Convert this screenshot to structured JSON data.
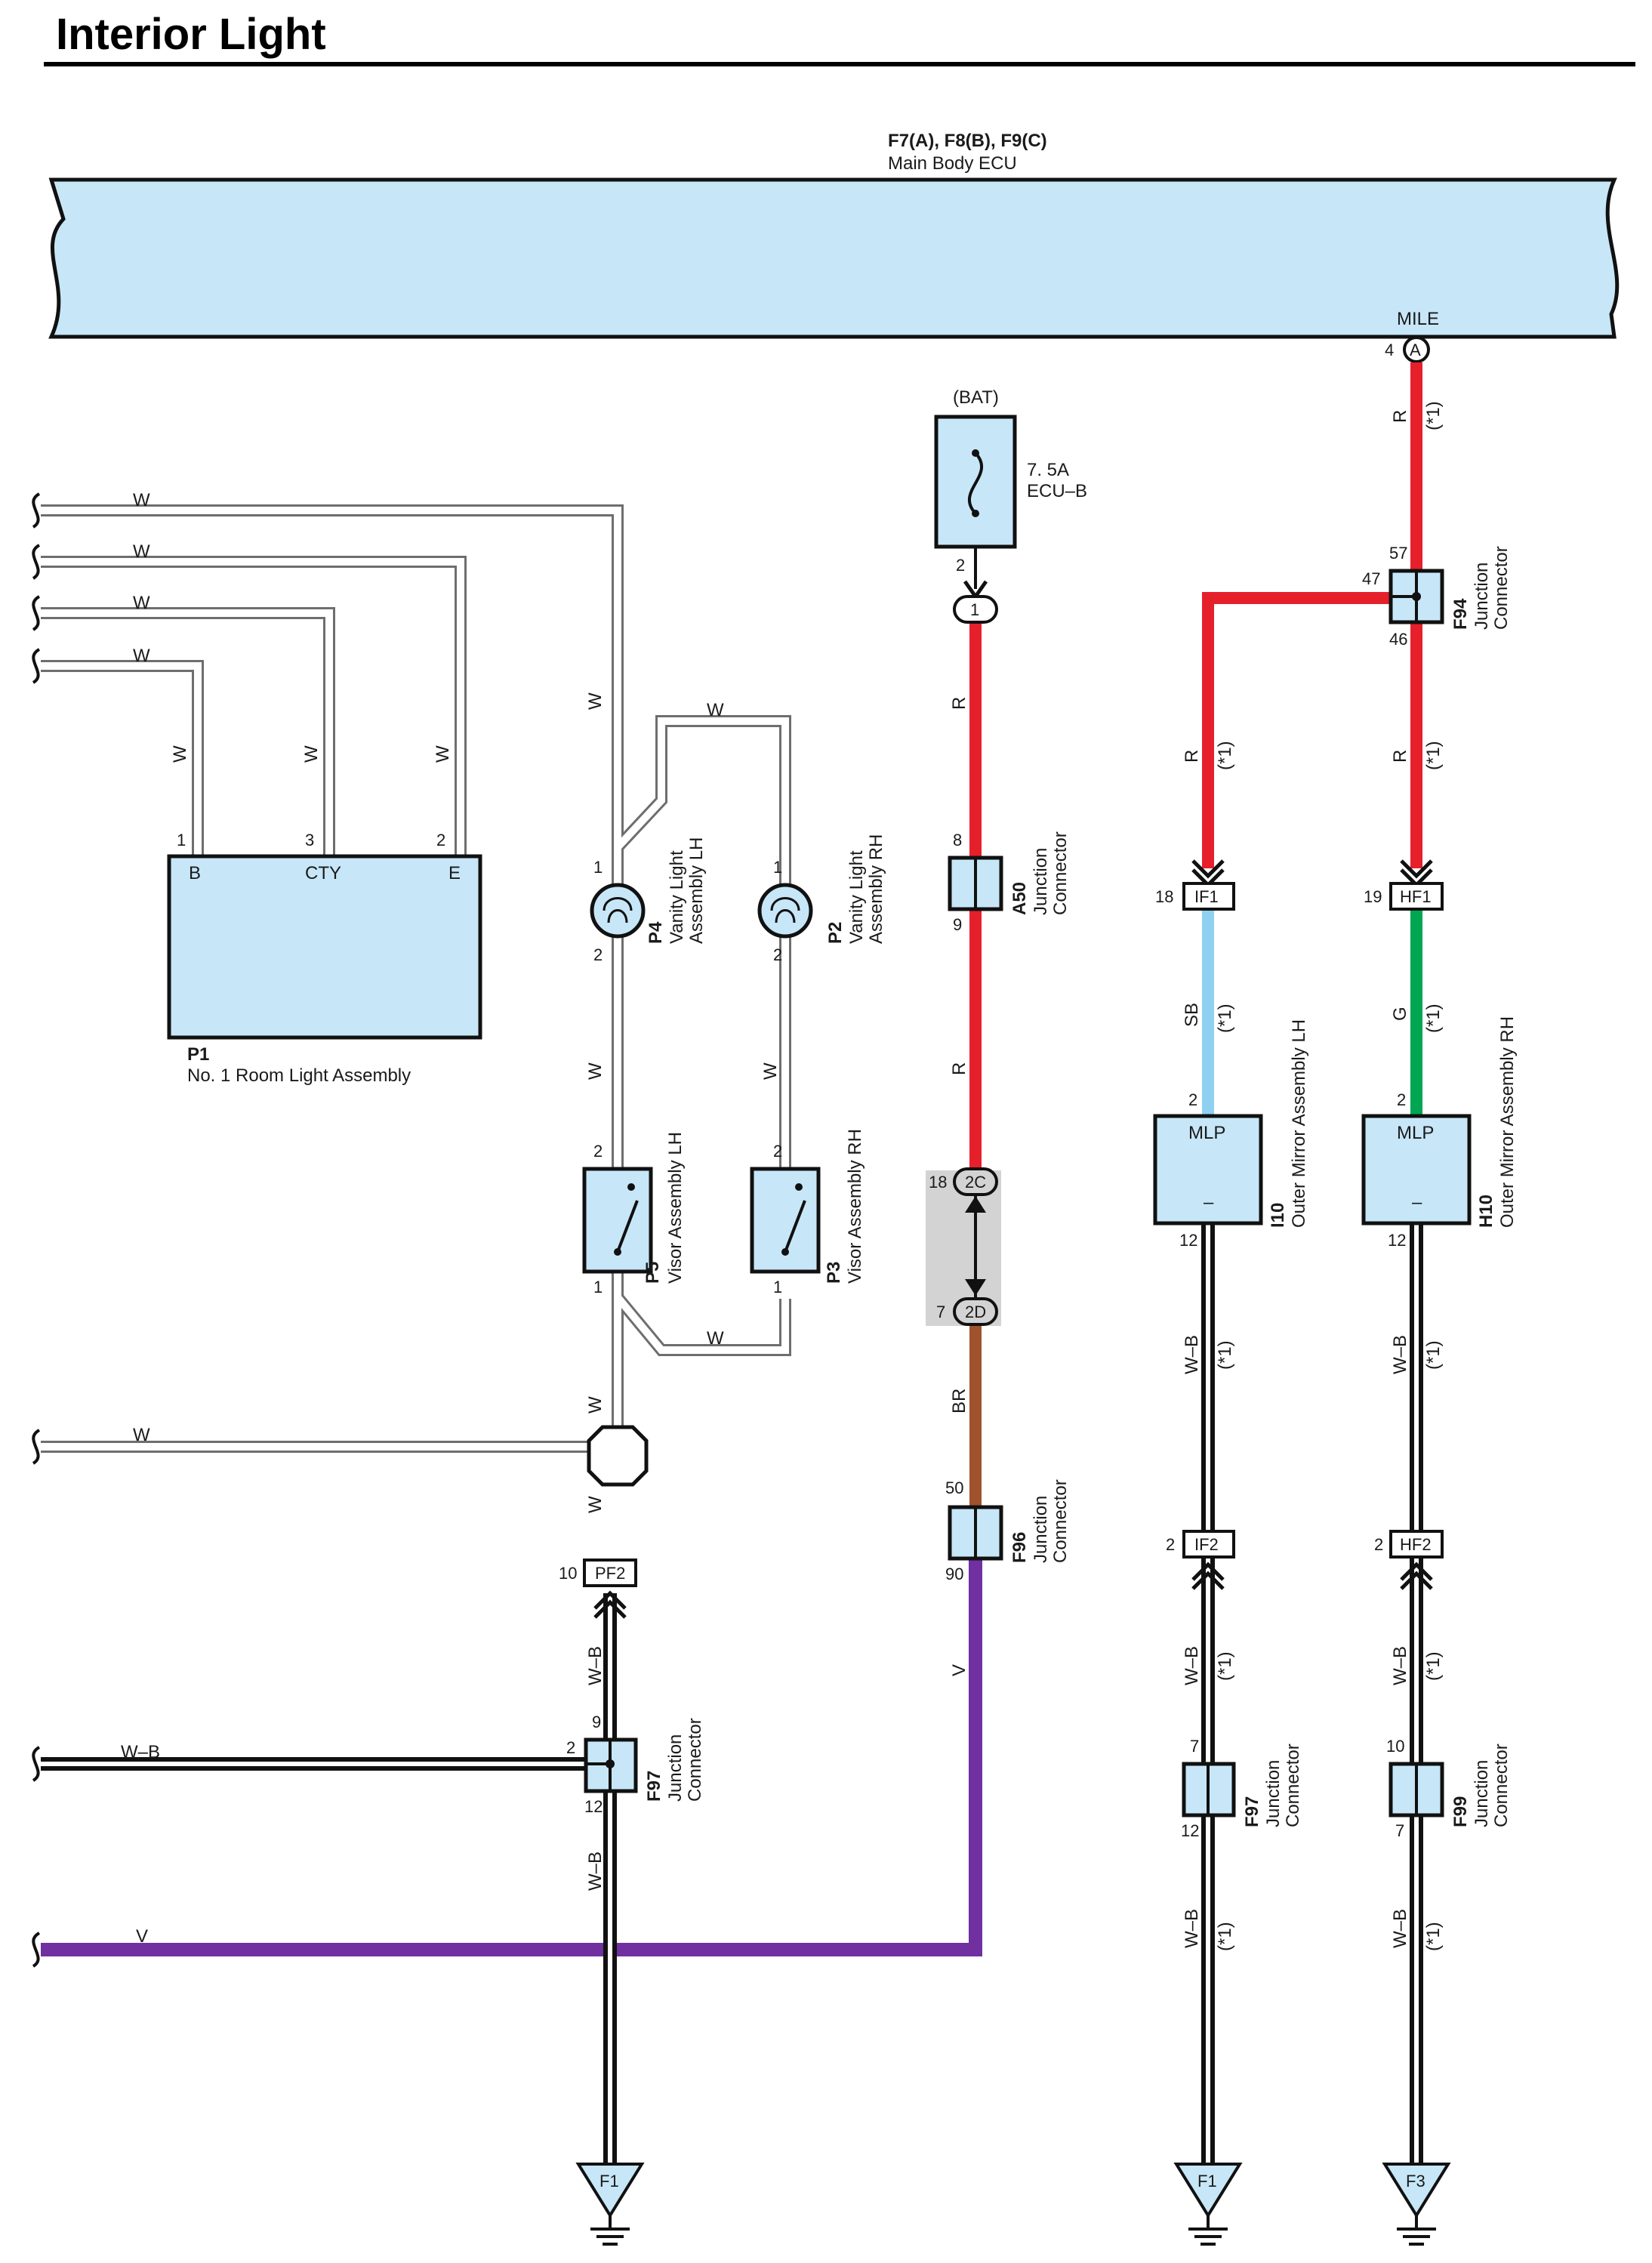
{
  "title": "Interior Light",
  "colors": {
    "ecu_fill": "#c7e7f8",
    "wire_R": "#e6202b",
    "wire_BR": "#a0522d",
    "wire_V": "#7030a0",
    "wire_SB": "#8fd0f0",
    "wire_G": "#00a651",
    "wire_W": "#ffffff",
    "wire_WB": "#ffffff",
    "connector_group_bg": "#d3d3d3"
  },
  "ecu": {
    "codes": "F7(A), F8(B), F9(C)",
    "name": "Main Body ECU",
    "terminal": "MILE",
    "terminal_pin": "4",
    "terminal_conn": "A"
  },
  "fuse": {
    "source": "(BAT)",
    "rating": "7. 5A",
    "name": "ECU–B",
    "pin": "2",
    "conn_in": "1"
  },
  "components": {
    "P1": {
      "code": "P1",
      "name": "No.  1 Room Light Assembly",
      "t1": "B",
      "t2": "CTY",
      "t3": "E",
      "p1": "1",
      "p2": "3",
      "p3": "2"
    },
    "P4": {
      "code": "P4",
      "name1": "Vanity Light",
      "name2": "Assembly LH",
      "pin_top": "1",
      "pin_bot": "2"
    },
    "P2": {
      "code": "P2",
      "name1": "Vanity Light",
      "name2": "Assembly RH",
      "pin_top": "1",
      "pin_bot": "2"
    },
    "P5": {
      "code": "P5",
      "name": "Visor Assembly LH",
      "pin_top": "2",
      "pin_bot": "1"
    },
    "P3": {
      "code": "P3",
      "name": "Visor Assembly RH",
      "pin_top": "2",
      "pin_bot": "1"
    },
    "A50": {
      "code": "A50",
      "name1": "Junction",
      "name2": "Connector",
      "pin_top": "8",
      "pin_bot": "9"
    },
    "F96": {
      "code": "F96",
      "name1": "Junction",
      "name2": "Connector",
      "pin_top": "50",
      "pin_bot": "90"
    },
    "F94": {
      "code": "F94",
      "name1": "Junction",
      "name2": "Connector",
      "pin_top": "57",
      "pin_left": "47",
      "pin_bot": "46"
    },
    "F97a": {
      "code": "F97",
      "name1": "Junction",
      "name2": "Connector",
      "pin_top": "9",
      "pin_left": "2",
      "pin_bot": "12"
    },
    "F97b": {
      "code": "F97",
      "name1": "Junction",
      "name2": "Connector",
      "pin_top": "7",
      "pin_bot": "12"
    },
    "F99": {
      "code": "F99",
      "name1": "Junction",
      "name2": "Connector",
      "pin_top": "10",
      "pin_bot": "7"
    },
    "I10": {
      "code": "I10",
      "name": "Outer Mirror Assembly LH",
      "term_top": "MLP",
      "term_bot": "–",
      "pin_top": "2",
      "pin_bot": "12"
    },
    "H10": {
      "code": "H10",
      "name": "Outer Mirror Assembly RH",
      "term_top": "MLP",
      "term_bot": "–",
      "pin_top": "2",
      "pin_bot": "12"
    }
  },
  "connectors": {
    "c2C": {
      "label": "2C",
      "pin": "18"
    },
    "c2D": {
      "label": "2D",
      "pin": "7"
    },
    "IF1": {
      "label": "IF1",
      "pin": "18"
    },
    "HF1": {
      "label": "HF1",
      "pin": "19"
    },
    "IF2": {
      "label": "IF2",
      "pin": "2"
    },
    "HF2": {
      "label": "HF2",
      "pin": "2"
    },
    "PF2": {
      "label": "PF2",
      "pin": "10"
    }
  },
  "grounds": {
    "g1": "F1",
    "g2": "F1",
    "g3": "F3"
  },
  "wire_labels": {
    "W": "W",
    "WB": "W–B",
    "R": "R",
    "BR": "BR",
    "V": "V",
    "SB": "SB",
    "G": "G",
    "note": "(*1)"
  }
}
